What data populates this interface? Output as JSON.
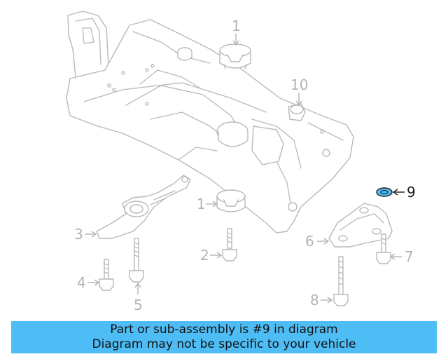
{
  "diagram": {
    "callouts": {
      "c1a": "1",
      "c10": "10",
      "c9": "9",
      "c1b": "1",
      "c3": "3",
      "c2": "2",
      "c4": "4",
      "c5": "5",
      "c6": "6",
      "c7": "7",
      "c8": "8"
    },
    "highlighted_part": "9",
    "highlight_color": "#4fbdf5"
  },
  "banner": {
    "line1": "Part or sub-assembly is #9 in diagram",
    "line2": "Diagram may not be specific to your vehicle",
    "background": "#4fbdf5"
  }
}
